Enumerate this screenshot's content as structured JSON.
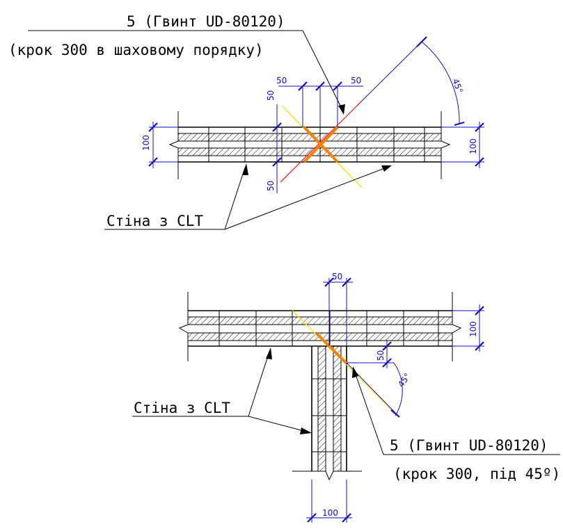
{
  "top_detail": {
    "screw_label": "5 (Гвинт UD-80120)",
    "pitch_label": "(крок 300 в шаховому порядку)",
    "wall_label": "Стіна з CLT",
    "dims": {
      "d50_left": "50",
      "d50_right": "50",
      "d50_vert_top": "50",
      "d50_vert_bottom": "50",
      "d100_left": "100",
      "d100_right": "100",
      "angle": "45°"
    }
  },
  "bottom_detail": {
    "wall_label": "Стіна з CLT",
    "screw_label": "5 (Гвинт UD-80120)",
    "pitch_label": "(крок 300, під 45º)",
    "dims": {
      "d50_top": "50",
      "d50_side": "50",
      "d100_right": "100",
      "d100_bottom": "100",
      "angle": "45°"
    }
  },
  "colors": {
    "outline": "#000000",
    "dimension": "#1010c8",
    "screw": "#ff8000",
    "screw_axis_red": "#ff2020",
    "screw_axis_yellow": "#ffe000"
  }
}
